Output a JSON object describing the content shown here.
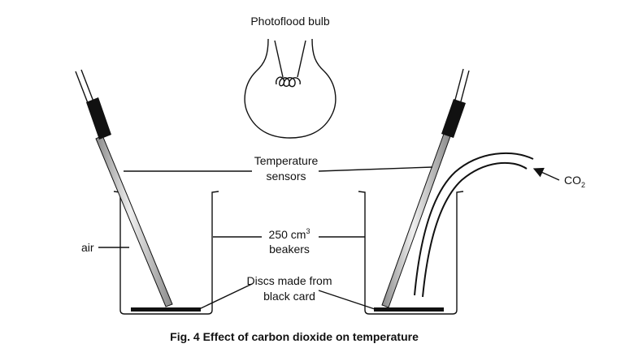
{
  "labels": {
    "bulb": "Photoflood bulb",
    "sensors_line1": "Temperature",
    "sensors_line2": "sensors",
    "beakers_line1": "250 cm",
    "beakers_sup": "3",
    "beakers_line2": "beakers",
    "discs_line1": "Discs made from",
    "discs_line2": "black card",
    "air": "air",
    "co2_main": "CO",
    "co2_sub": "2"
  },
  "caption": "Fig. 4 Effect of carbon dioxide on temperature",
  "colors": {
    "ink": "#111111",
    "sensor_tube": "#b5b5b5",
    "sensor_sleeve": "#111111",
    "disc": "#111111"
  }
}
